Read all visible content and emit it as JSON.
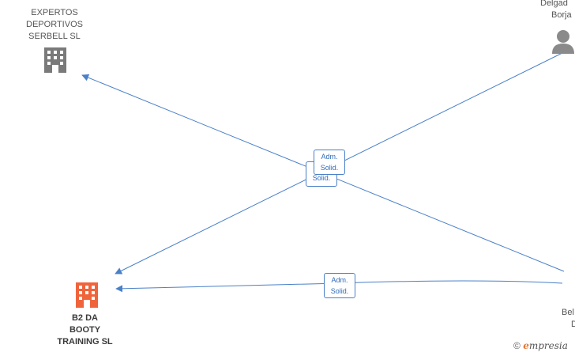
{
  "nodes": {
    "expertos": {
      "lines": [
        "EXPERTOS",
        "DEPORTIVOS",
        "SERBELL  SL"
      ],
      "type": "company",
      "color": "#7a7a7a"
    },
    "b2": {
      "lines": [
        "B2 DA",
        "BOOTY",
        "TRAINING  SL"
      ],
      "type": "company",
      "color": "#f0643c"
    },
    "delgado": {
      "lines": [
        "Delgad",
        "Borja"
      ],
      "type": "person",
      "color": "#8a8a8a"
    },
    "bel": {
      "lines": [
        "Bel",
        "D"
      ],
      "type": "person"
    }
  },
  "edges": {
    "label_1": [
      "Adm.",
      "Solid."
    ],
    "label_2": [
      "Solid."
    ],
    "label_3": [
      "Adm.",
      "Solid."
    ],
    "color": "#4a80c8"
  },
  "watermark": {
    "copyright": "©",
    "brand_initial": "e",
    "brand_rest": "mpresia"
  }
}
